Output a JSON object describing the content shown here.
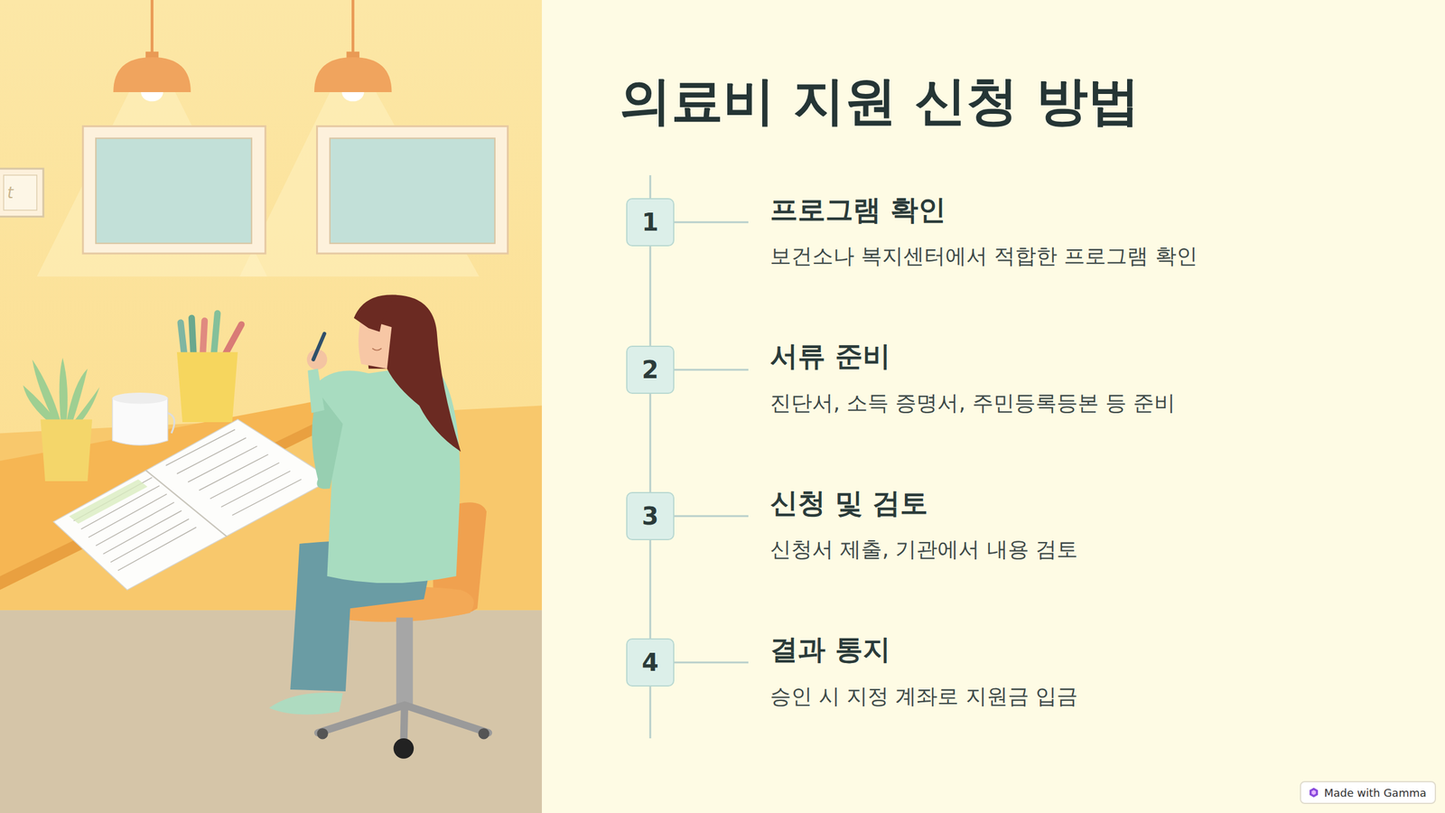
{
  "diagram": {
    "title": "의료비 지원 신청 방법",
    "nodes": [
      {
        "text": [
          "1"
        ]
      },
      {
        "text": [
          "2"
        ]
      },
      {
        "text": [
          "3"
        ]
      },
      {
        "text": [
          "4"
        ]
      },
      {
        "text": [
          "Made with Gamma"
        ]
      }
    ],
    "edges": [
      {
        "from": 0,
        "to": 1,
        "arrow": "none"
      },
      {
        "from": 1,
        "to": 2,
        "arrow": "none"
      },
      {
        "from": 2,
        "to": 3,
        "arrow": "none"
      }
    ],
    "labels": [
      "t",
      "프로그램 확인",
      "보건소나 복지센터에서 적합한 프로그램 확인",
      "서류 준비",
      "진단서, 소득 증명서, 주민등록등본 등 준비",
      "신청 및 검토",
      "신청서 제출, 기관에서 내용 검토",
      "결과 통지",
      "승인 시 지정 계좌로 지원금 입금"
    ]
  }
}
